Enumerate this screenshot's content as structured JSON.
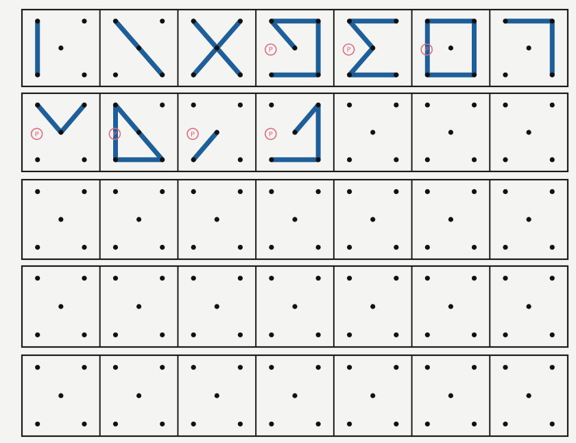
{
  "sheet": {
    "rows": 5,
    "columns": 7,
    "colors": {
      "paper": "#f4f4f3",
      "ink": "#1b1b1b",
      "pen": "#1f5f99",
      "check_marks": "#e06a7f"
    }
  },
  "check_mark_text": "P",
  "drawn_cells": [
    {
      "row": 0,
      "col": 0,
      "strokes": [
        [
          0,
          2
        ]
      ]
    },
    {
      "row": 0,
      "col": 1,
      "strokes": [
        [
          0,
          4,
          3
        ]
      ]
    },
    {
      "row": 0,
      "col": 2,
      "strokes": [
        [
          0,
          4,
          3
        ],
        [
          1,
          4,
          2
        ]
      ]
    },
    {
      "row": 0,
      "col": 3,
      "strokes": [
        [
          4,
          0,
          1,
          3,
          2
        ]
      ],
      "check": true
    },
    {
      "row": 0,
      "col": 4,
      "strokes": [
        [
          1,
          0,
          4,
          2,
          3
        ]
      ],
      "check": true
    },
    {
      "row": 0,
      "col": 5,
      "strokes": [
        [
          0,
          1,
          3,
          2,
          0
        ]
      ],
      "check": true
    },
    {
      "row": 0,
      "col": 6,
      "strokes": [
        [
          0,
          1,
          3
        ]
      ]
    },
    {
      "row": 1,
      "col": 0,
      "strokes": [
        [
          0,
          4,
          1
        ]
      ],
      "check": true
    },
    {
      "row": 1,
      "col": 1,
      "strokes": [
        [
          0,
          3,
          2,
          0
        ]
      ],
      "check": true
    },
    {
      "row": 1,
      "col": 2,
      "strokes": [
        [
          2,
          4
        ]
      ],
      "check": true
    },
    {
      "row": 1,
      "col": 3,
      "strokes": [
        [
          2,
          3,
          1,
          4
        ]
      ],
      "check": true
    }
  ]
}
